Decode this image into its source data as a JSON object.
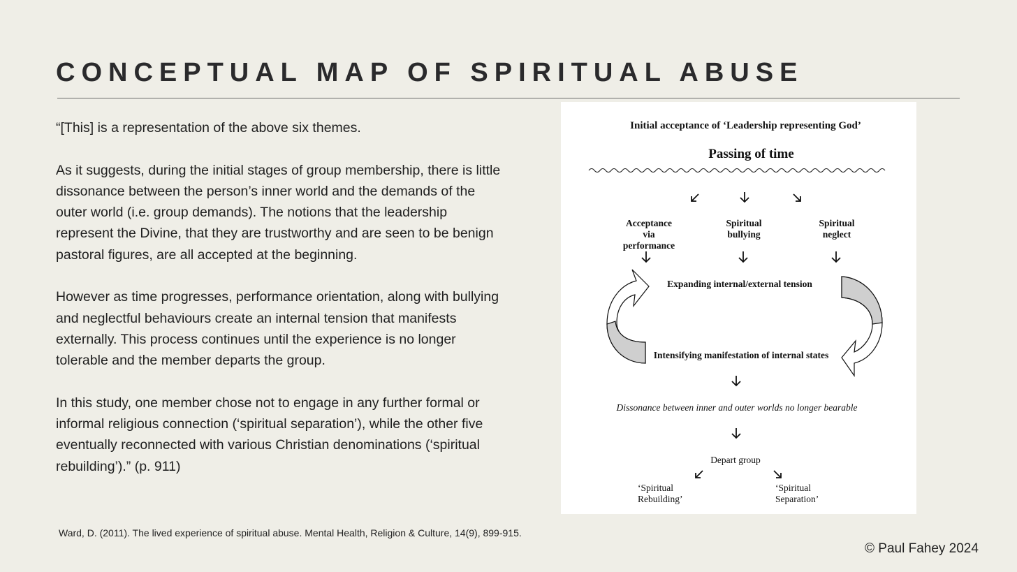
{
  "slide": {
    "title": "CONCEPTUAL MAP OF SPIRITUAL ABUSE",
    "paragraphs": [
      "“[This] is a representation of the above six themes.",
      "As it suggests, during the initial stages of group membership, there is little dissonance between the person’s inner world and the demands of the outer world (i.e. group demands). The notions that the leadership represent the Divine, that they are trustworthy and are seen to be benign pastoral figures, are all accepted at the beginning.",
      "However as time progresses, performance orientation, along with bullying and neglectful behaviours create an internal tension that manifests externally. This process continues until the experience is no longer tolerable and the member departs the group.",
      "In this study, one member chose not to engage in any further formal or informal religious connection (‘spiritual separation’), while the other five eventually reconnected with various Christian denominations (‘spiritual rebuilding’).” (p. 911)"
    ],
    "citation": "Ward, D. (2011). The lived experience of spiritual abuse. Mental Health, Religion & Culture, 14(9), 899-915.",
    "copyright": "© Paul Fahey 2024"
  },
  "diagram": {
    "initial": "Initial acceptance of ‘Leadership representing God’",
    "passing": "Passing of time",
    "branch1_line1": "Acceptance",
    "branch1_line2": "via",
    "branch1_line3": "performance",
    "branch2_line1": "Spiritual",
    "branch2_line2": "bullying",
    "branch3_line1": "Spiritual",
    "branch3_line2": "neglect",
    "expanding": "Expanding internal/external tension",
    "intensifying": "Intensifying manifestation of internal states",
    "dissonance": "Dissonance between inner and outer worlds no longer bearable",
    "depart": "Depart group",
    "outcome1_line1": "‘Spiritual",
    "outcome1_line2": "Rebuilding’",
    "outcome2_line1": "‘Spiritual",
    "outcome2_line2": "Separation’"
  }
}
